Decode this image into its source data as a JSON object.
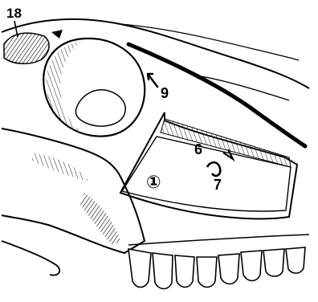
{
  "labels": {
    "n18": "18",
    "n9": "9",
    "n6": "6",
    "n7": "7",
    "n1": "①"
  }
}
